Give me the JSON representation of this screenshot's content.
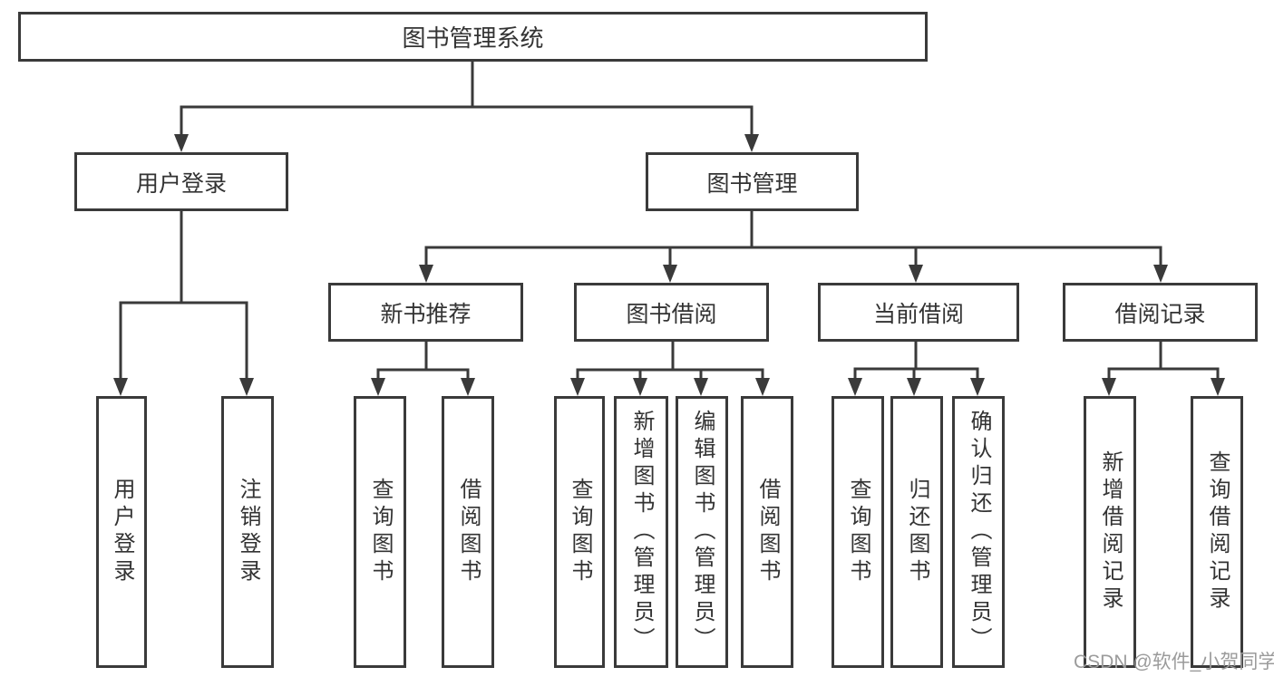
{
  "diagram": {
    "root": {
      "label": "图书管理系统"
    },
    "level1": [
      {
        "label": "用户登录"
      },
      {
        "label": "图书管理"
      }
    ],
    "level2": [
      {
        "label": "新书推荐"
      },
      {
        "label": "图书借阅"
      },
      {
        "label": "当前借阅"
      },
      {
        "label": "借阅记录"
      }
    ],
    "leaves": {
      "user_login": [
        {
          "label": "用户登录"
        },
        {
          "label": "注销登录"
        }
      ],
      "new_book": [
        {
          "label": "查询图书"
        },
        {
          "label": "借阅图书"
        }
      ],
      "book_borrow": [
        {
          "label": "查询图书"
        },
        {
          "label": "新增图书（管理员）"
        },
        {
          "label": "编辑图书（管理员）"
        },
        {
          "label": "借阅图书"
        }
      ],
      "current_borrow": [
        {
          "label": "查询图书"
        },
        {
          "label": "归还图书"
        },
        {
          "label": "确认归还（管理员）"
        }
      ],
      "borrow_record": [
        {
          "label": "新增借阅记录"
        },
        {
          "label": "查询借阅记录"
        }
      ]
    },
    "colors": {
      "line": "#3a3a3a",
      "text": "#333333",
      "background": "#ffffff",
      "watermark": "#9b9b9b"
    }
  },
  "watermark": {
    "text": "CSDN @软件_小贺同学"
  }
}
